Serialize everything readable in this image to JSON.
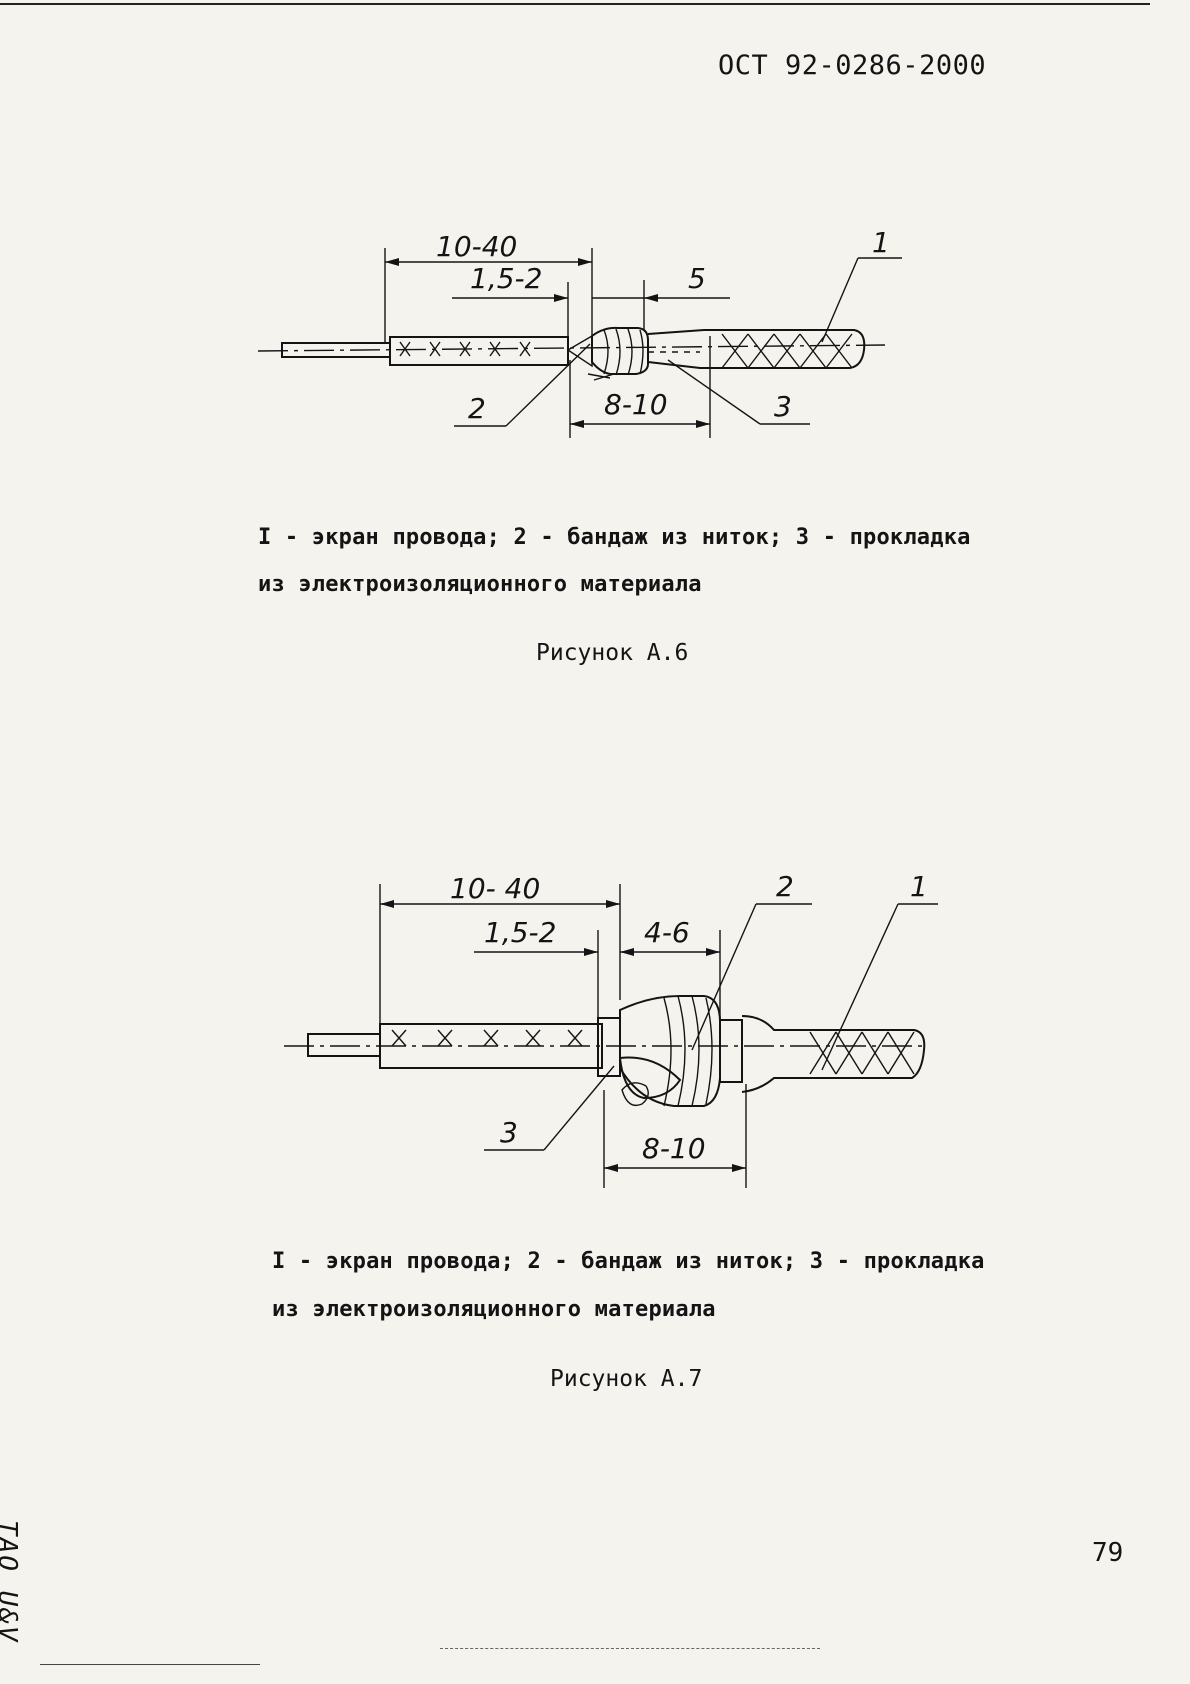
{
  "header": {
    "doc_code": "ОСТ 92-0286-2000"
  },
  "figures": [
    {
      "id": "A6",
      "dimensions": {
        "d1": "10-40",
        "d2": "1,5-2",
        "d3": "5",
        "d4": "8-10"
      },
      "callouts": {
        "c1": "1",
        "c2": "2",
        "c3": "3"
      },
      "caption_line1": "I - экран провода; 2 - бандаж из ниток; 3 - прокладка",
      "caption_line2": "из электроизоляционного материала",
      "title": "Рисунок А.6"
    },
    {
      "id": "A7",
      "dimensions": {
        "d1": "10- 40",
        "d2": "1,5-2",
        "d3": "4-6",
        "d4": "8-10"
      },
      "callouts": {
        "c1": "1",
        "c2": "2",
        "c3": "3"
      },
      "caption_line1": "I - экран провода; 2 - бандаж из ниток; 3 - прокладка",
      "caption_line2": "из электроизоляционного материала",
      "title": "Рисунок А.7"
    }
  ],
  "page_number": "79",
  "margin_note": "ТАО U&V"
}
